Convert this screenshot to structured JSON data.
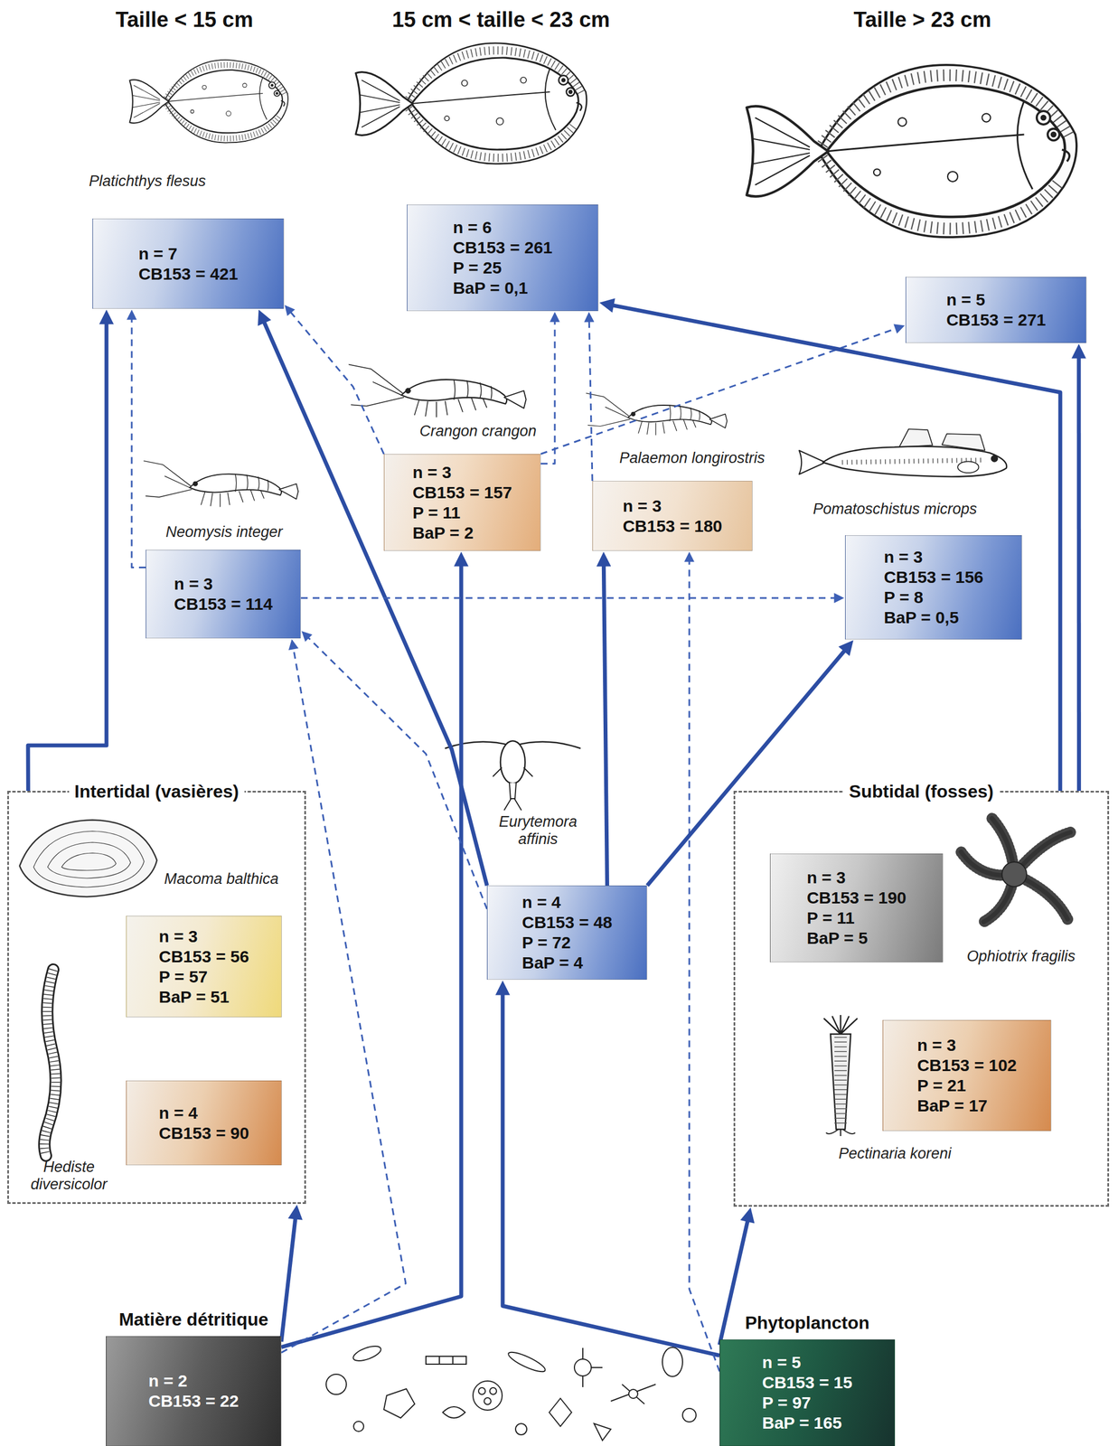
{
  "diagram": {
    "nodes": [
      {
        "text": [
          "n = 7",
          "CB153 = 421"
        ]
      },
      {
        "text": [
          "n = 6",
          "CB153 = 261",
          "P = 25",
          "BaP = 0,1"
        ]
      },
      {
        "text": [
          "n = 5",
          "CB153 = 271"
        ]
      },
      {
        "text": [
          "n = 3",
          "CB153 = 114"
        ]
      },
      {
        "text": [
          "n = 3",
          "CB153 = 157",
          "P = 11",
          "BaP = 2"
        ]
      },
      {
        "text": [
          "n = 3",
          "CB153 = 180"
        ]
      },
      {
        "text": [
          "n = 3",
          "CB153 = 156",
          "P = 8",
          "BaP = 0,5"
        ]
      },
      {
        "text": [
          "Intertidal (vasières)"
        ]
      },
      {
        "text": [
          "n = 3",
          "CB153 = 56",
          "P = 57",
          "BaP = 51"
        ],
        "in": 7
      },
      {
        "text": [
          "n = 4",
          "CB153 = 90"
        ],
        "in": 7
      },
      {
        "text": [
          "n = 4",
          "CB153 = 48",
          "P = 72",
          "BaP = 4"
        ]
      },
      {
        "text": [
          "Subtidal (fosses)"
        ]
      },
      {
        "text": [
          "n = 3",
          "CB153 = 190",
          "P = 11",
          "BaP = 5"
        ],
        "in": 11
      },
      {
        "text": [
          "n = 3",
          "CB153 = 102",
          "P = 21",
          "BaP = 17"
        ],
        "in": 11
      },
      {
        "text": [
          "Matière détritique",
          "n = 2",
          "CB153 = 22"
        ]
      },
      {
        "text": [
          "Phytoplancton",
          "n = 5",
          "CB153 = 15",
          "P = 97",
          "BaP = 165"
        ]
      }
    ],
    "edges": [
      {
        "from": 7,
        "to": 0,
        "arrow": "to"
      },
      {
        "from": 10,
        "to": 0,
        "arrow": "to"
      },
      {
        "from": 14,
        "to": 4,
        "arrow": "to"
      },
      {
        "from": 14,
        "to": 7,
        "arrow": "to"
      },
      {
        "from": 14,
        "to": 3,
        "arrow": "to"
      },
      {
        "from": 10,
        "to": 3,
        "arrow": "to"
      },
      {
        "from": 15,
        "to": 10,
        "arrow": "to"
      },
      {
        "from": 15,
        "to": 11,
        "arrow": "to"
      },
      {
        "from": 15,
        "to": 5,
        "arrow": "to"
      },
      {
        "from": 10,
        "to": 5,
        "arrow": "to"
      },
      {
        "from": 10,
        "to": 6,
        "arrow": "to"
      },
      {
        "from": 3,
        "to": 6,
        "arrow": "to"
      },
      {
        "from": 3,
        "to": 0,
        "arrow": "to"
      },
      {
        "from": 4,
        "to": 0,
        "arrow": "to"
      },
      {
        "from": 4,
        "to": 1,
        "arrow": "to"
      },
      {
        "from": 5,
        "to": 1,
        "arrow": "to"
      },
      {
        "from": 4,
        "to": 2,
        "arrow": "to"
      },
      {
        "from": 11,
        "to": 2,
        "arrow": "to"
      },
      {
        "from": 11,
        "to": 1,
        "arrow": "to"
      }
    ],
    "labels": [
      "Taille < 15 cm",
      "15 cm < taille < 23 cm",
      "Taille > 23 cm",
      "Platichthys flesus",
      "Crangon crangon",
      "Palaemon longirostris",
      "Pomatoschistus microps",
      "Neomysis integer",
      "Eurytemora affinis",
      "Macoma balthica",
      "Ophiotrix fragilis",
      "Pectinaria koreni",
      "Hediste diversicolor"
    ]
  }
}
